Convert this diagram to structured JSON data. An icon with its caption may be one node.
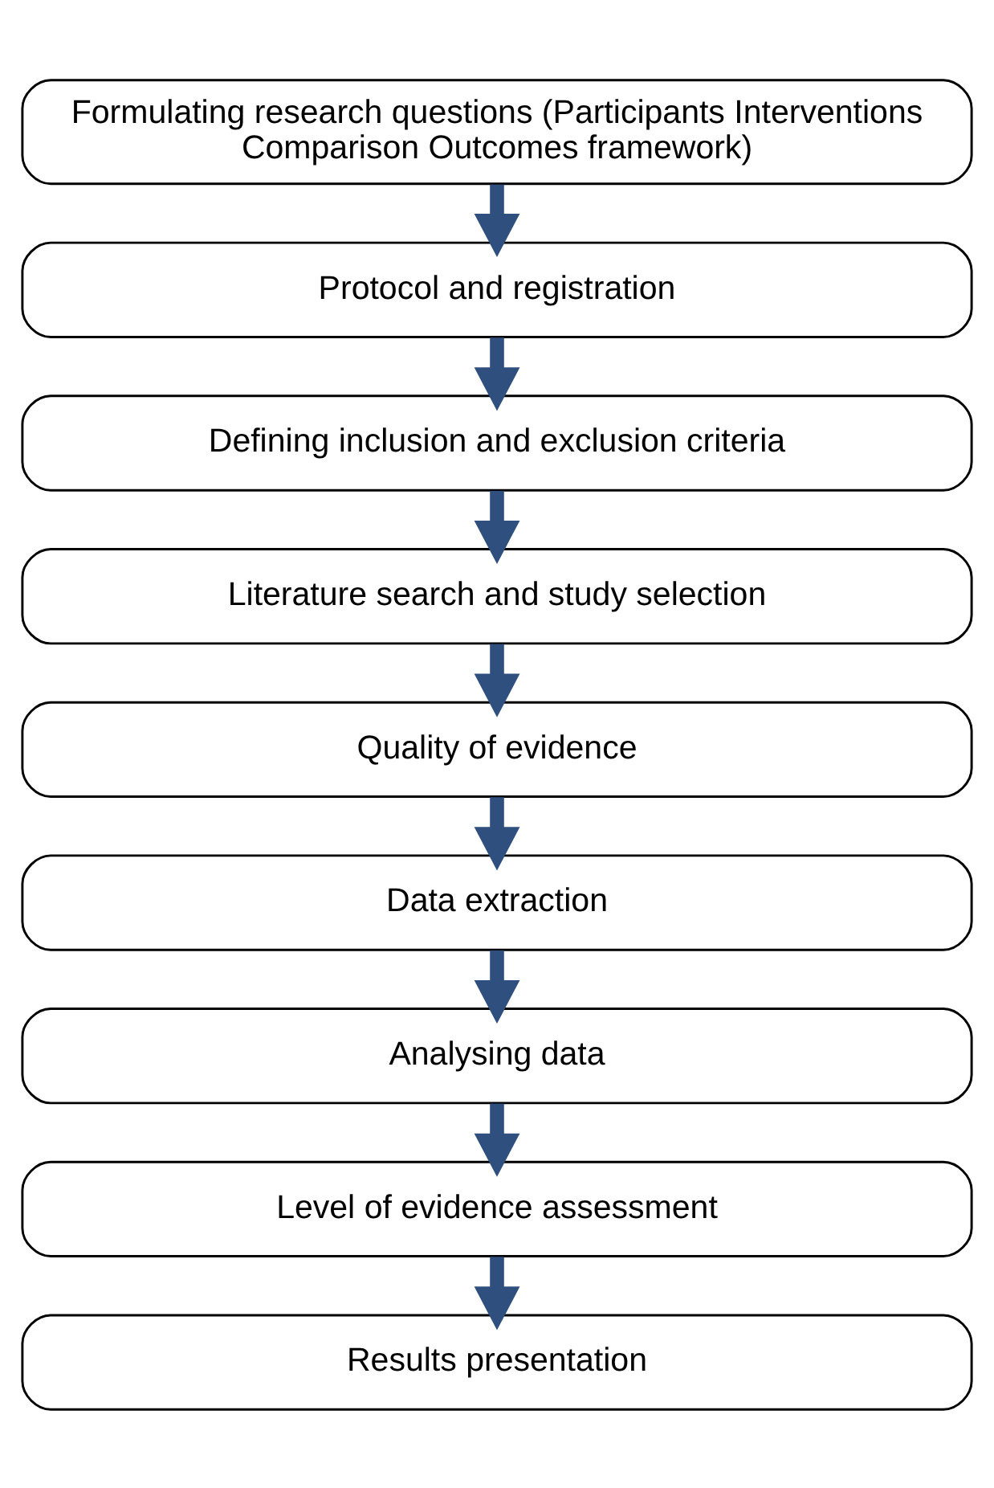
{
  "diagram": {
    "nodes": [
      {
        "text": [
          "Formulating research questions (Participants Interventions Comparison Outcomes framework)"
        ]
      },
      {
        "text": [
          "Protocol and registration"
        ]
      },
      {
        "text": [
          "Defining inclusion and exclusion criteria"
        ]
      },
      {
        "text": [
          "Literature search and study selection"
        ]
      },
      {
        "text": [
          "Quality of evidence"
        ]
      },
      {
        "text": [
          "Data extraction"
        ]
      },
      {
        "text": [
          "Analysing data"
        ]
      },
      {
        "text": [
          "Level of evidence assessment"
        ]
      },
      {
        "text": [
          "Results presentation"
        ]
      }
    ],
    "edges": [
      {
        "from": 0,
        "to": 1,
        "arrow": "to"
      },
      {
        "from": 1,
        "to": 2,
        "arrow": "to"
      },
      {
        "from": 2,
        "to": 3,
        "arrow": "to"
      },
      {
        "from": 3,
        "to": 4,
        "arrow": "to"
      },
      {
        "from": 4,
        "to": 5,
        "arrow": "to"
      },
      {
        "from": 5,
        "to": 6,
        "arrow": "to"
      },
      {
        "from": 6,
        "to": 7,
        "arrow": "to"
      },
      {
        "from": 7,
        "to": 8,
        "arrow": "to"
      }
    ]
  }
}
